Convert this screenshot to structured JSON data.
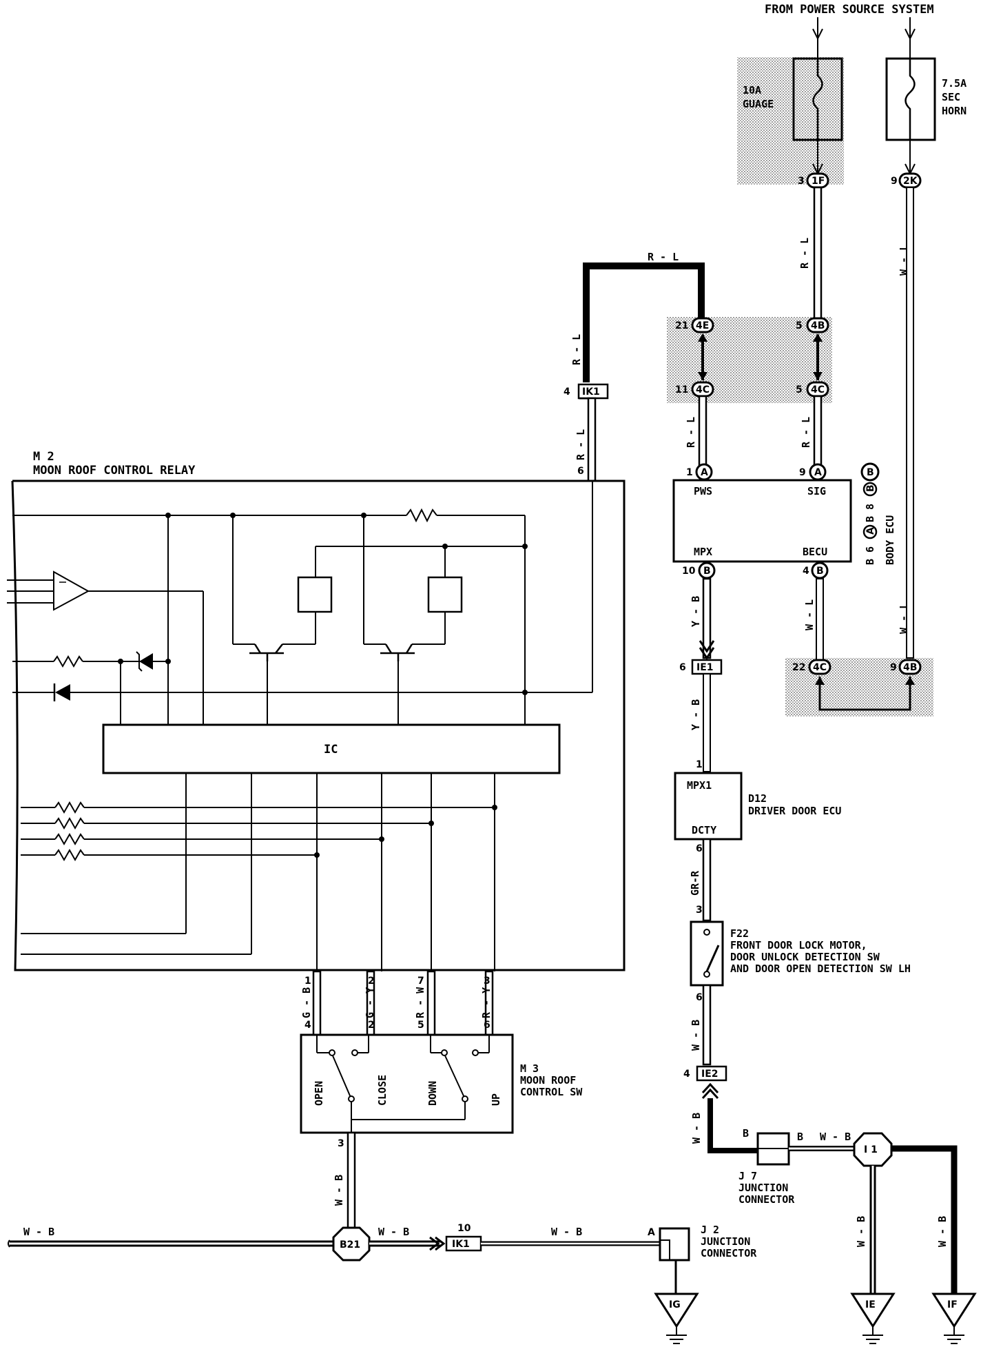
{
  "power": {
    "title": "FROM POWER SOURCE SYSTEM"
  },
  "fuses": [
    {
      "amp": "10A",
      "name": "GUAGE"
    },
    {
      "amp": "7.5A",
      "name1": "SEC",
      "name2": "HORN"
    }
  ],
  "relay": {
    "code": "M 2",
    "name": "MOON ROOF CONTROL RELAY",
    "ic": "IC",
    "pin": "6"
  },
  "body_ecu": {
    "code": "B 6",
    "conn_a": "A",
    "conn_b": "B",
    "code2": "B 8",
    "name": "BODY ECU",
    "pws": "PWS",
    "sig": "SIG",
    "mpx": "MPX",
    "becu": "BECU"
  },
  "driver_ecu": {
    "code": "D12",
    "name": "DRIVER DOOR ECU",
    "top": "MPX1",
    "bottom": "DCTY"
  },
  "lock_motor": {
    "code": "F22",
    "line1": "FRONT DOOR LOCK MOTOR,",
    "line2": "DOOR UNLOCK DETECTION SW",
    "line3": "AND DOOR OPEN DETECTION SW LH"
  },
  "switch": {
    "code": "M 3",
    "line1": "MOON ROOF",
    "line2": "CONTROL SW",
    "positions": [
      "OPEN",
      "CLOSE",
      "DOWN",
      "UP"
    ]
  },
  "j7": {
    "code": "J 7",
    "line1": "JUNCTION",
    "line2": "CONNECTOR"
  },
  "j2": {
    "code": "J 2",
    "line1": "JUNCTION",
    "line2": "CONNECTOR",
    "pin": "A"
  },
  "connectors": {
    "c1f": "1F",
    "c2k": "2K",
    "c4e": "4E",
    "c4b": "4B",
    "c4c": "4C",
    "ik1": "IK1",
    "ie1": "IE1",
    "ie2": "IE2",
    "b21": "B21",
    "i1": "I 1",
    "ig": "IG",
    "ie": "IE",
    "if": "IF"
  },
  "pins": {
    "p3": "3",
    "p9": "9",
    "p21": "21",
    "p5": "5",
    "p11": "11",
    "p4": "4",
    "p1": "1",
    "p10": "10",
    "p22": "22",
    "p6": "6",
    "p2": "2",
    "p7": "7",
    "p10b": "10"
  },
  "wires": {
    "rl": "R - L",
    "rl_v": "R - L",
    "wl": "W - L",
    "yb": "Y - B",
    "grr": "GR-R",
    "wb": "W - B",
    "gb": "G - B",
    "gy": "G - Y",
    "rw": "R - W",
    "ry": "R - Y",
    "b": "B"
  }
}
